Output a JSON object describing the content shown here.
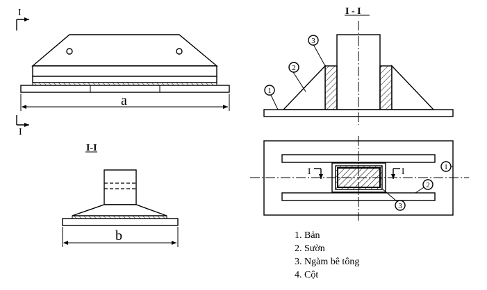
{
  "drawing": {
    "front_view": {
      "section_marker": "I",
      "dimension_label": "a"
    },
    "side_view": {
      "title": "I-I",
      "dimension_label": "b"
    },
    "section_view": {
      "title": "I - I",
      "callouts": [
        "1",
        "2",
        "3"
      ]
    },
    "plan_view": {
      "section_marker": "I",
      "callouts": [
        "1",
        "2",
        "3"
      ]
    }
  },
  "legend": {
    "items": [
      "1. Bản",
      "2. Sườn",
      "3. Ngàm bê tông",
      "4. Cột"
    ]
  }
}
